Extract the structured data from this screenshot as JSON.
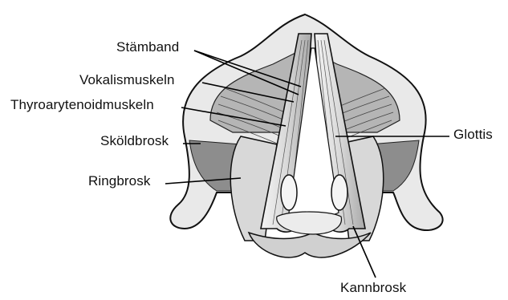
{
  "figure": {
    "labels": {
      "stamband": "Stämband",
      "vokalismuskeln": "Vokalismuskeln",
      "thyroarytenoidmuskeln": "Thyroarytenoidmuskeln",
      "skoldbrosk": "Sköldbrosk",
      "ringbrosk": "Ringbrosk",
      "glottis": "Glottis",
      "kannbrosk": "Kannbrosk"
    }
  }
}
